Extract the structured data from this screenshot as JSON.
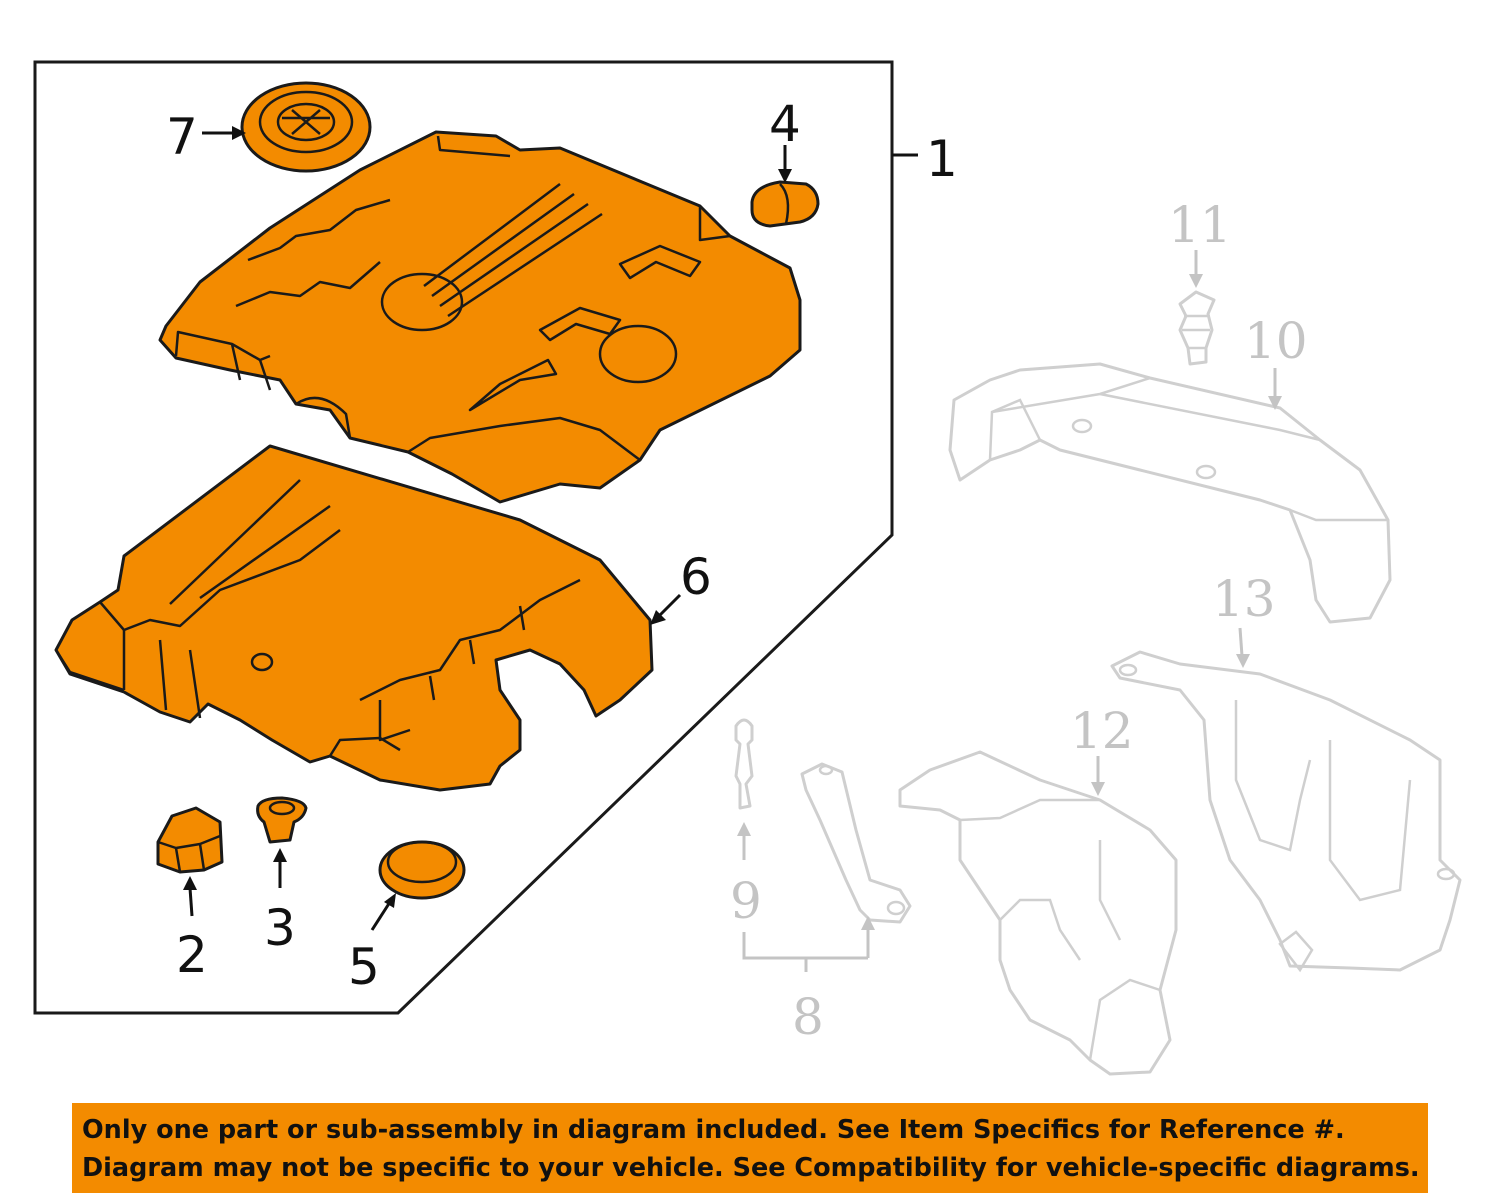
{
  "callouts": {
    "c1": "1",
    "c2": "2",
    "c3": "3",
    "c4": "4",
    "c5": "5",
    "c6": "6",
    "c7": "7",
    "c8": "8",
    "c9": "9",
    "c10": "10",
    "c11": "11",
    "c12": "12",
    "c13": "13"
  },
  "notice": {
    "line1": "Only one part or sub-assembly in diagram included. See Item Specifics for Reference #.",
    "line2": "Diagram may not be specific to your vehicle. See Compatibility for vehicle-specific diagrams."
  },
  "colors": {
    "highlight": "#f38b00",
    "ghost": "#cfcfcf",
    "outline": "#1a1a1a"
  }
}
